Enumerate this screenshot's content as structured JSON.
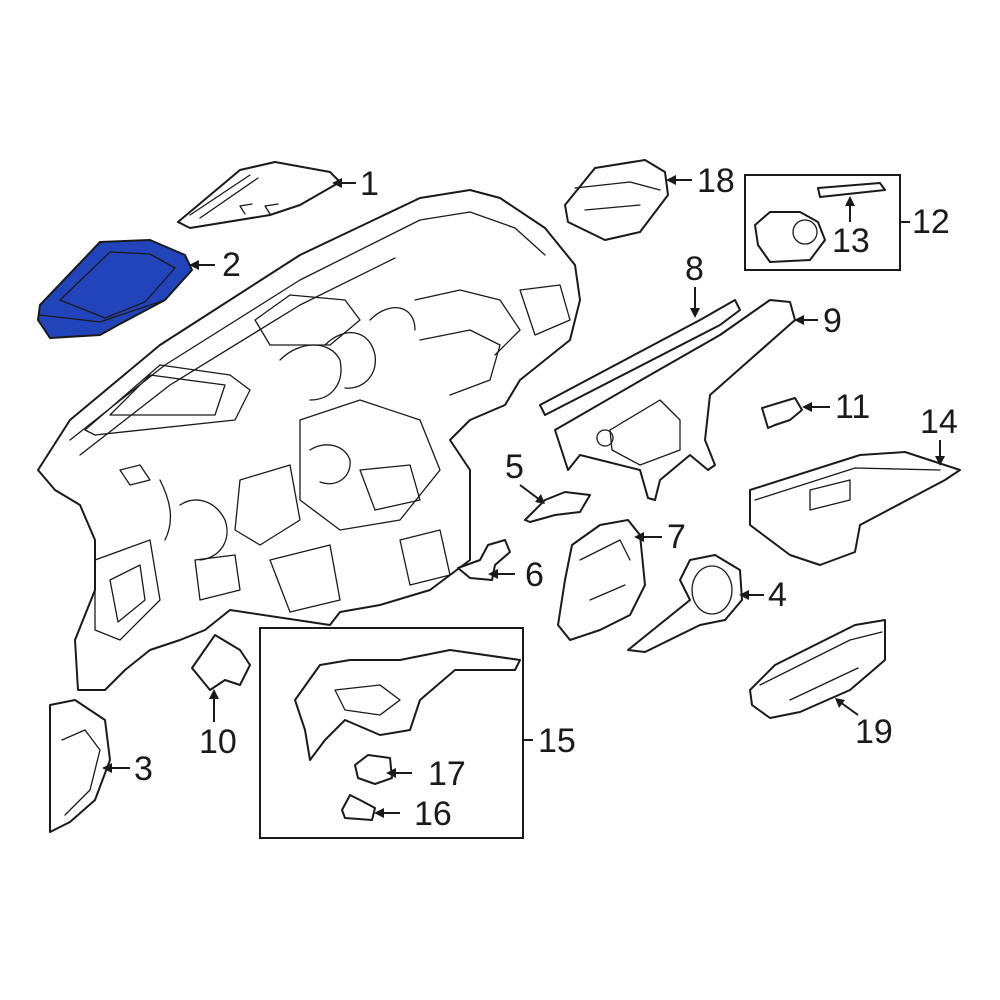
{
  "diagram": {
    "highlight_color": "#2244bb",
    "line_color": "#1a1a1a",
    "background": "#ffffff",
    "callouts": {
      "c1": "1",
      "c2": "2",
      "c3": "3",
      "c4": "4",
      "c5": "5",
      "c6": "6",
      "c7": "7",
      "c8": "8",
      "c9": "9",
      "c10": "10",
      "c11": "11",
      "c12": "12",
      "c13": "13",
      "c14": "14",
      "c15": "15",
      "c16": "16",
      "c17": "17",
      "c18": "18",
      "c19": "19"
    },
    "highlighted_part": "2"
  }
}
